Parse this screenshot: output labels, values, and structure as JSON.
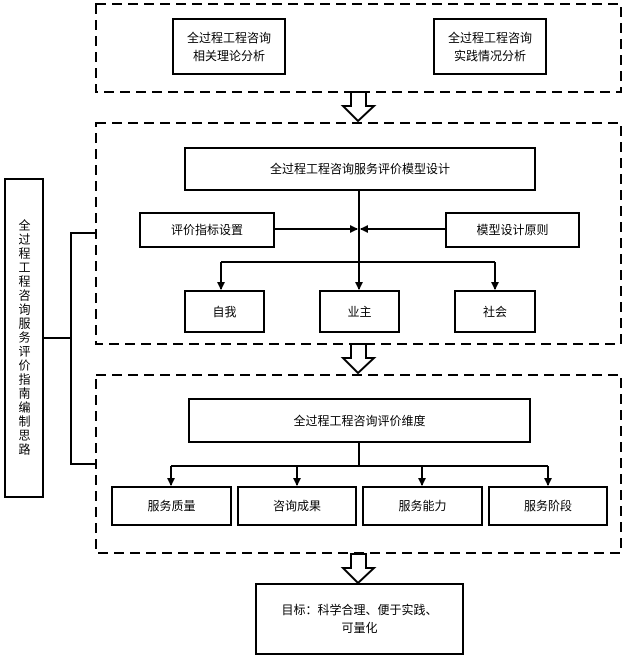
{
  "side_label": "全过程工程咨询服务评价指南编制思路",
  "stage1": {
    "theory": "全过程工程咨询\n相关理论分析",
    "practice": "全过程工程咨询\n实践情况分析"
  },
  "stage2": {
    "model": "全过程工程咨询服务评价模型设计",
    "indicator": "评价指标设置",
    "principle": "模型设计原则",
    "subjects": [
      "自我",
      "业主",
      "社会"
    ]
  },
  "stage3": {
    "dimension": "全过程工程咨询评价维度",
    "dimensions": [
      "服务质量",
      "咨询成果",
      "服务能力",
      "服务阶段"
    ]
  },
  "goal": "目标：科学合理、便于实践、\n可量化"
}
